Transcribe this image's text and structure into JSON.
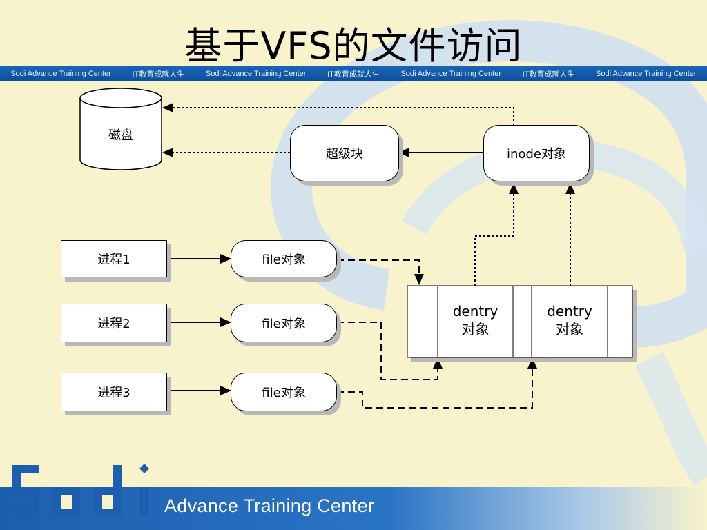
{
  "title": "基于VFS的文件访问",
  "banner_items": [
    "Sodi Advance Training Center",
    "IT教育成就人生",
    "Sodi Advance Training Center",
    "IT教育成就人生",
    "Sodi Advance Training Center",
    "IT教育成就人生",
    "Sodi Advance Training Center"
  ],
  "diagram": {
    "disk": "磁盘",
    "superblock": "超级块",
    "inode": "inode对象",
    "processes": [
      "进程1",
      "进程2",
      "进程3"
    ],
    "files": [
      "file对象",
      "file对象",
      "file对象"
    ],
    "dentries": [
      {
        "line1": "dentry",
        "line2": "对象"
      },
      {
        "line1": "dentry",
        "line2": "对象"
      }
    ]
  },
  "footer": {
    "logo": "Sodi",
    "tagline": "Advance Training Center"
  },
  "colors": {
    "background": "#f8f3cd",
    "banner": "#1565b5",
    "decor": "#cfe0f2"
  }
}
